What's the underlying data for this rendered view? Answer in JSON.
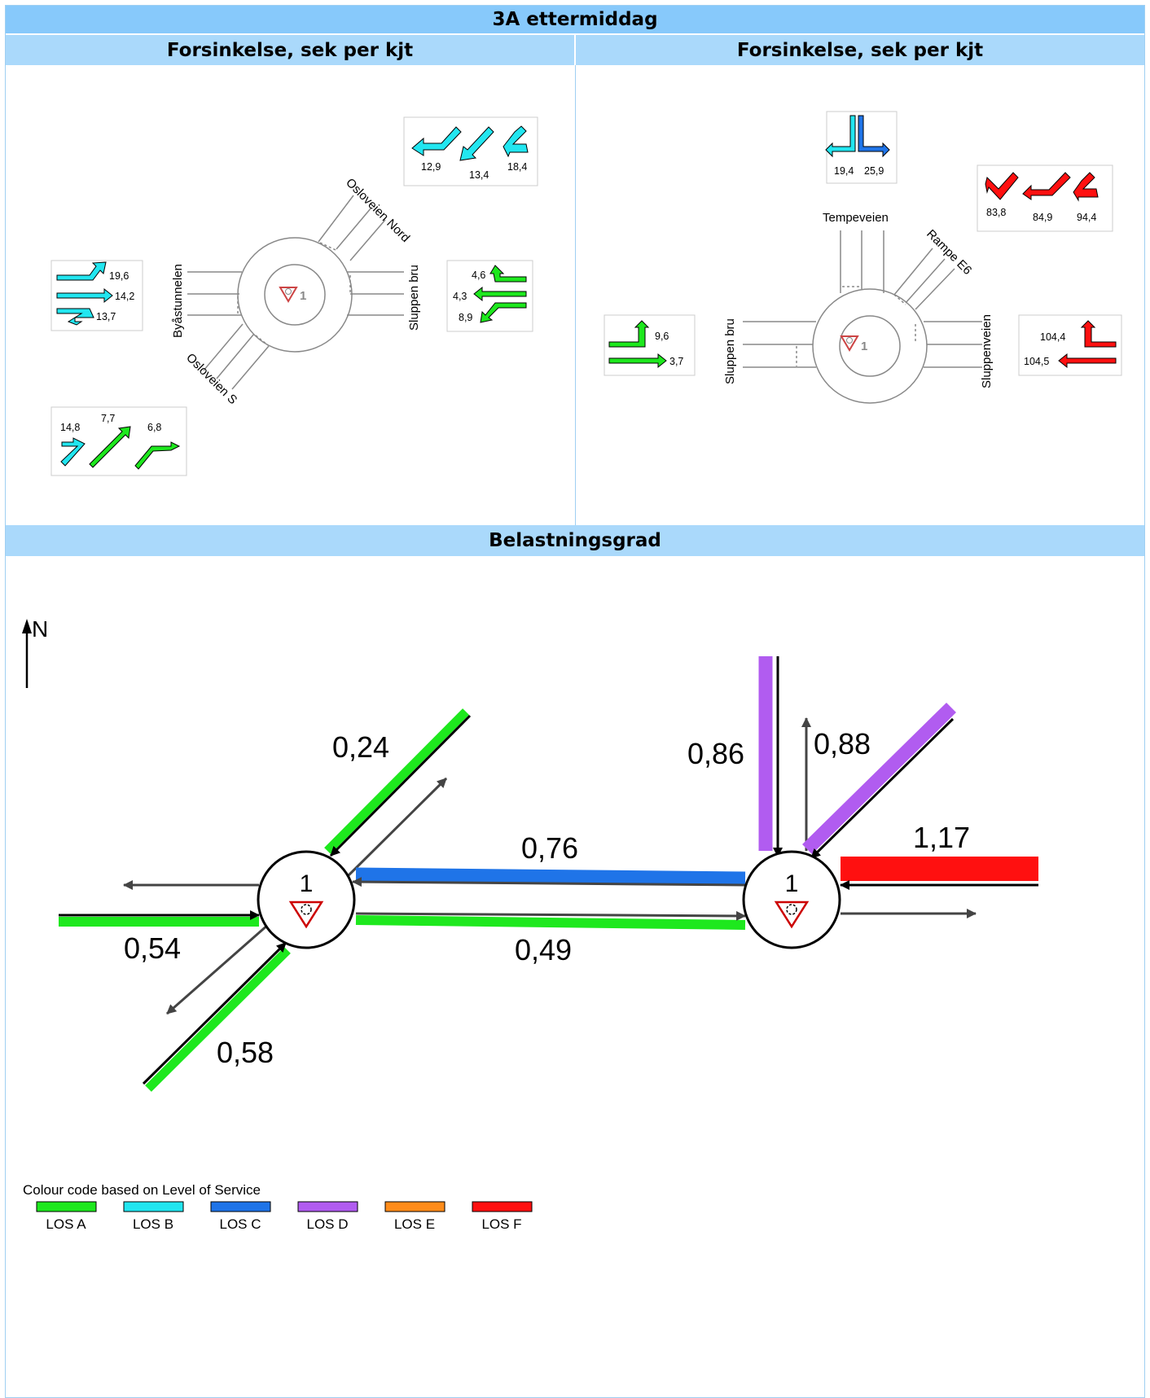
{
  "header": {
    "title": "3A ettermiddag"
  },
  "panels": {
    "left": {
      "title": "Forsinkelse,  sek per kjt"
    },
    "right": {
      "title": "Forsinkelse,  sek per kjt"
    }
  },
  "left_roundabout": {
    "node": "1",
    "roads": {
      "north": "Osloveien Nord",
      "east": "Sluppen bru",
      "south": "Osloveien S",
      "west": "Byåstunnelen"
    },
    "delays": {
      "ne": [
        "12,9",
        "13,4",
        "18,4"
      ],
      "w": [
        "19,6",
        "14,2",
        "13,7"
      ],
      "e": [
        "4,6",
        "4,3",
        "8,9"
      ],
      "sw": [
        "14,8",
        "7,7",
        "6,8"
      ]
    }
  },
  "right_roundabout": {
    "node": "1",
    "roads": {
      "north": "Tempeveien",
      "ne": "Rampe E6",
      "west": "Sluppen bru",
      "east": "Sluppenveien"
    },
    "delays": {
      "n": [
        "19,4",
        "25,9"
      ],
      "ne": [
        "83,8",
        "84,9",
        "94,4"
      ],
      "w": [
        "9,6",
        "3,7"
      ],
      "e": [
        "104,4",
        "104,5"
      ]
    }
  },
  "load": {
    "title": "Belastningsgrad",
    "north_label": "N",
    "node_left": "1",
    "node_right": "1",
    "values": {
      "left_ne": "0,24",
      "left_w": "0,54",
      "left_sw": "0,58",
      "link_top": "0,76",
      "link_bottom": "0,49",
      "right_n": "0,86",
      "right_ne": "0,88",
      "right_e": "1,17"
    }
  },
  "legend": {
    "title": "Colour code based on Level of Service",
    "items": [
      {
        "label": "LOS A",
        "color": "#1ee81e"
      },
      {
        "label": "LOS B",
        "color": "#22e6f0"
      },
      {
        "label": "LOS C",
        "color": "#1f74e8"
      },
      {
        "label": "LOS D",
        "color": "#b15cf0"
      },
      {
        "label": "LOS E",
        "color": "#ff8c1a"
      },
      {
        "label": "LOS F",
        "color": "#ff1010"
      }
    ]
  }
}
